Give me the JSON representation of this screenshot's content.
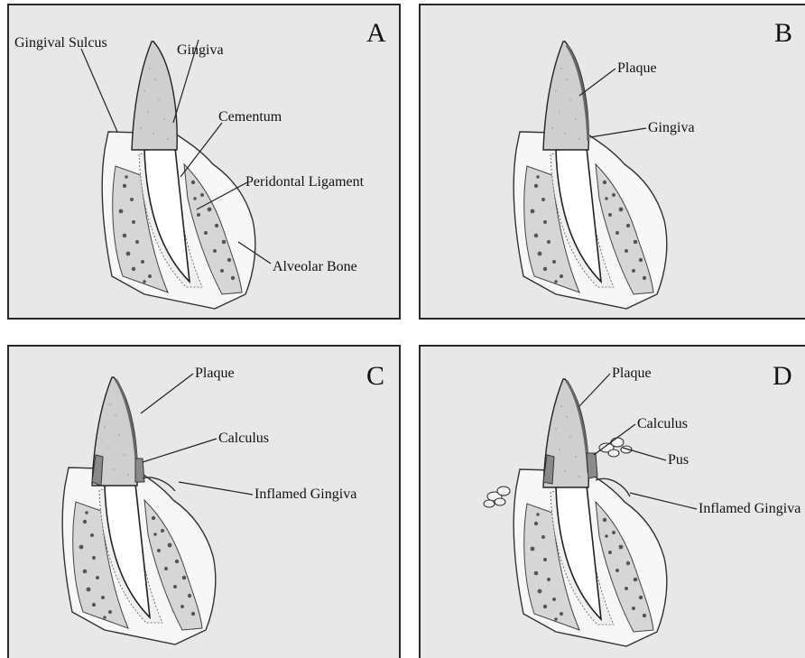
{
  "panels": {
    "A": {
      "letter": "A",
      "labels": {
        "gingival_sulcus": "Gingival Sulcus",
        "gingiva": "Gingiva",
        "cementum": "Cementum",
        "periodontal_ligament": "Peridontal Ligament",
        "alveolar_bone": "Alveolar Bone"
      }
    },
    "B": {
      "letter": "B",
      "labels": {
        "plaque": "Plaque",
        "gingiva": "Gingiva"
      }
    },
    "C": {
      "letter": "C",
      "labels": {
        "plaque": "Plaque",
        "calculus": "Calculus",
        "inflamed_gingiva": "Inflamed Gingiva"
      }
    },
    "D": {
      "letter": "D",
      "labels": {
        "plaque": "Plaque",
        "calculus": "Calculus",
        "pus": "Pus",
        "inflamed_gingiva": "Inflamed Gingiva"
      }
    }
  }
}
